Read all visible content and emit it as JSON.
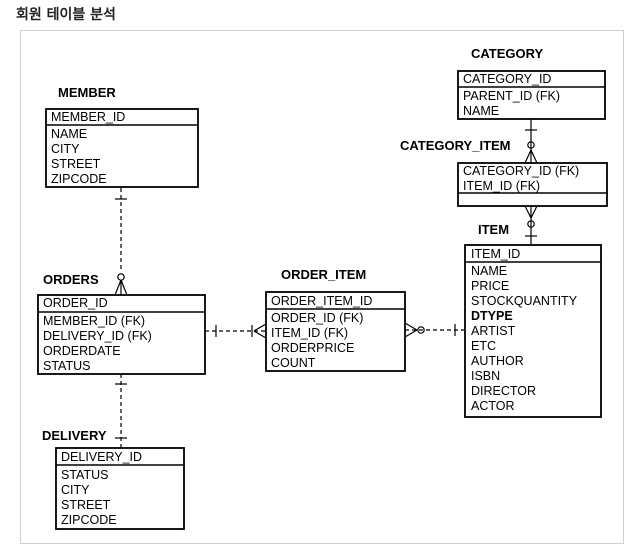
{
  "page_title": "회원 테이블 분석",
  "entities": {
    "member": {
      "title": "MEMBER",
      "pk": "MEMBER_ID",
      "attrs": [
        "NAME",
        "CITY",
        "STREET",
        "ZIPCODE"
      ]
    },
    "orders": {
      "title": "ORDERS",
      "pk": "ORDER_ID",
      "attrs": [
        "MEMBER_ID (FK)",
        "DELIVERY_ID (FK)",
        "ORDERDATE",
        "STATUS"
      ]
    },
    "delivery": {
      "title": "DELIVERY",
      "pk": "DELIVERY_ID",
      "attrs": [
        "STATUS",
        "CITY",
        "STREET",
        "ZIPCODE"
      ]
    },
    "order_item": {
      "title": "ORDER_ITEM",
      "pk": "ORDER_ITEM_ID",
      "attrs": [
        "ORDER_ID (FK)",
        "ITEM_ID (FK)",
        "ORDERPRICE",
        "COUNT"
      ]
    },
    "category": {
      "title": "CATEGORY",
      "pk": "CATEGORY_ID",
      "attrs": [
        "PARENT_ID (FK)",
        "NAME"
      ]
    },
    "category_item": {
      "title": "CATEGORY_ITEM",
      "pk": "CATEGORY_ID (FK)",
      "attrs": [
        "ITEM_ID (FK)"
      ]
    },
    "item": {
      "title": "ITEM",
      "pk": "ITEM_ID",
      "attrs": [
        "NAME",
        "PRICE",
        "STOCKQUANTITY",
        "DTYPE",
        "ARTIST",
        "ETC",
        "AUTHOR",
        "ISBN",
        "DIRECTOR",
        "ACTOR"
      ]
    }
  }
}
